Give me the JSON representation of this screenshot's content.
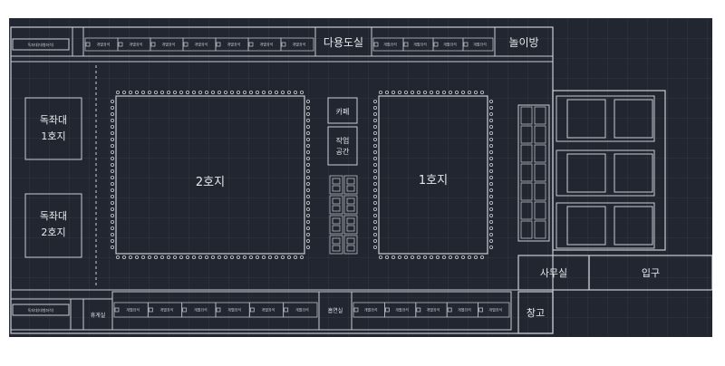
{
  "diagram": {
    "labels": {
      "library": "다용도실",
      "playroom": "놀이방",
      "zone2": "2호지",
      "zone1": "1호지",
      "cafe": "카페",
      "staff_space": "작업 공간",
      "solo_1": "독좌대 1호지",
      "solo_2": "독좌대 2호지",
      "restroom": "휴게실",
      "office": "사무실",
      "entrance": "입구",
      "storage": "창고",
      "hub_room": "흡연실"
    },
    "seat_label": "개별좌석",
    "corner_label": "독좌대(대형좌석)",
    "colors": {
      "background": "#212630",
      "line": "#c9ccd2",
      "text": "#e6e8ec"
    }
  }
}
